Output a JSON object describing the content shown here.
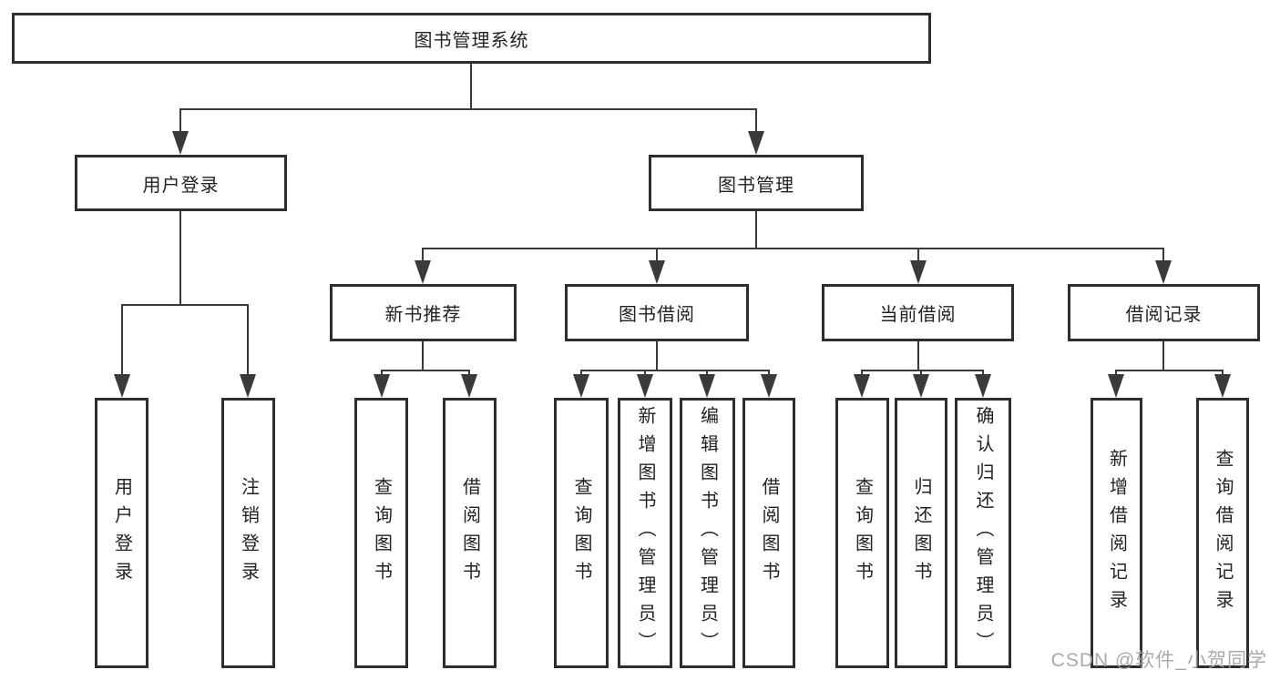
{
  "colors": {
    "line": "#3a3a3a",
    "box_border": "#2e2e2e",
    "text": "#222222",
    "watermark": "#9e9e9e",
    "background": "#ffffff"
  },
  "tree": {
    "root": "图书管理系统",
    "branches": {
      "user_login": {
        "label": "用户登录",
        "children": [
          "用户登录",
          "注销登录"
        ]
      },
      "book_manage": {
        "label": "图书管理",
        "children": {
          "new_book": {
            "label": "新书推荐",
            "children": [
              "查询图书",
              "借阅图书"
            ]
          },
          "book_borrow": {
            "label": "图书借阅",
            "children": [
              "查询图书",
              "新增图书（管理员）",
              "编辑图书（管理员）",
              "借阅图书"
            ]
          },
          "current_borrow": {
            "label": "当前借阅",
            "children": [
              "查询图书",
              "归还图书",
              "确认归还（管理员）"
            ]
          },
          "borrow_record": {
            "label": "借阅记录",
            "children": [
              "新增借阅记录",
              "查询借阅记录"
            ]
          }
        }
      }
    }
  },
  "watermark": "CSDN @软件_小贺同学"
}
